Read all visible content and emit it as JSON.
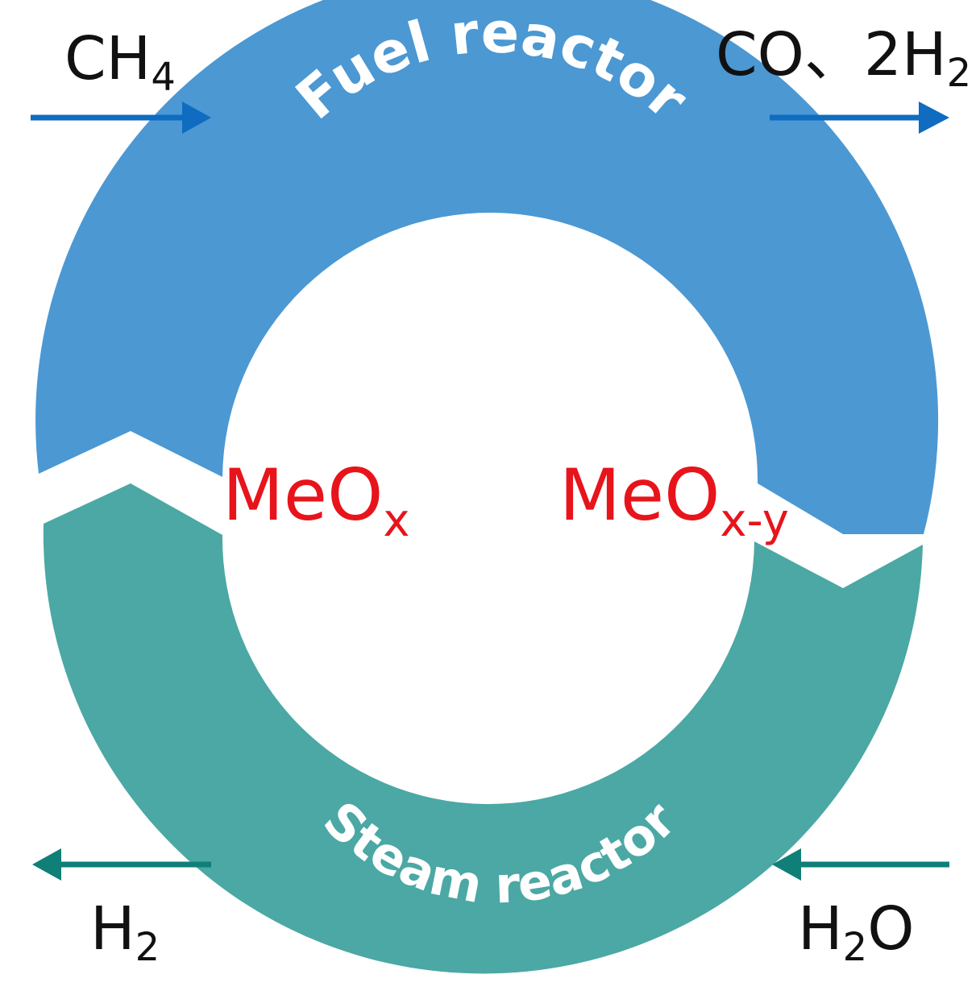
{
  "colors": {
    "fuel_reactor": "#4b98d3",
    "steam_reactor": "#4ba8a4",
    "blue_arrow": "#0f6cc0",
    "teal_arrow": "#0f7f78",
    "oxide_label": "#e8141b",
    "gas_label": "#111111"
  },
  "fuel_reactor": {
    "label": "Fuel reactor",
    "input": {
      "base": "CH",
      "sub": "4"
    },
    "output": {
      "part1": "CO、2H",
      "sub": "2"
    }
  },
  "steam_reactor": {
    "label": "Steam reactor",
    "input": {
      "base": "H",
      "sub": "2",
      "tail": "O"
    },
    "output": {
      "base": "H",
      "sub": "2"
    }
  },
  "oxides": {
    "left": {
      "base": "MeO",
      "sub": "x"
    },
    "right": {
      "base": "MeO",
      "sub": "x-y"
    }
  }
}
